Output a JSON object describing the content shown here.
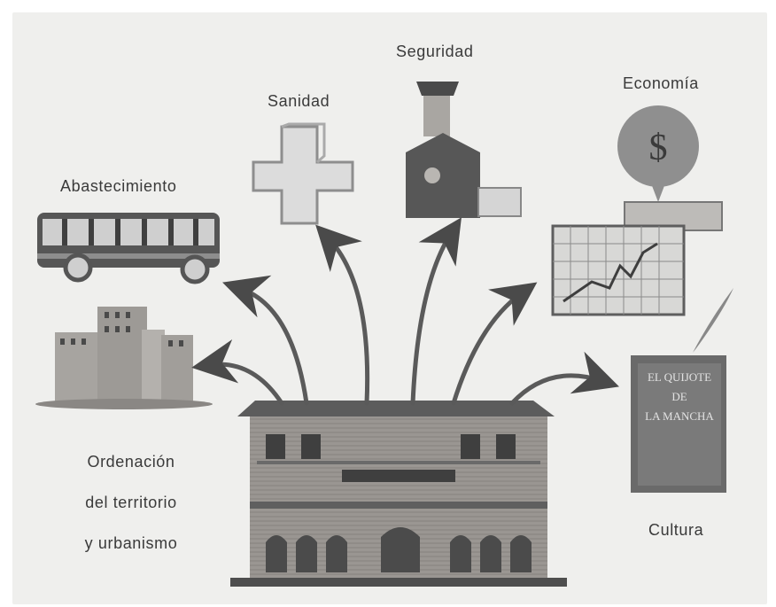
{
  "labels": {
    "seguridad": "Seguridad",
    "sanidad": "Sanidad",
    "economia": "Economía",
    "abastecimiento": "Abastecimiento",
    "ordenacion_line1": "Ordenación",
    "ordenacion_line2": "del territorio",
    "ordenacion_line3": "y urbanismo",
    "cultura": "Cultura"
  },
  "illustrations": {
    "economy_sign": "$",
    "book_title_line1": "EL QUIJOTE",
    "book_title_line2": "DE",
    "book_title_line3": "LA MANCHA"
  },
  "colors": {
    "background": "#efefed",
    "ink": "#3a3a3a",
    "arrow": "#5a5a5a"
  }
}
